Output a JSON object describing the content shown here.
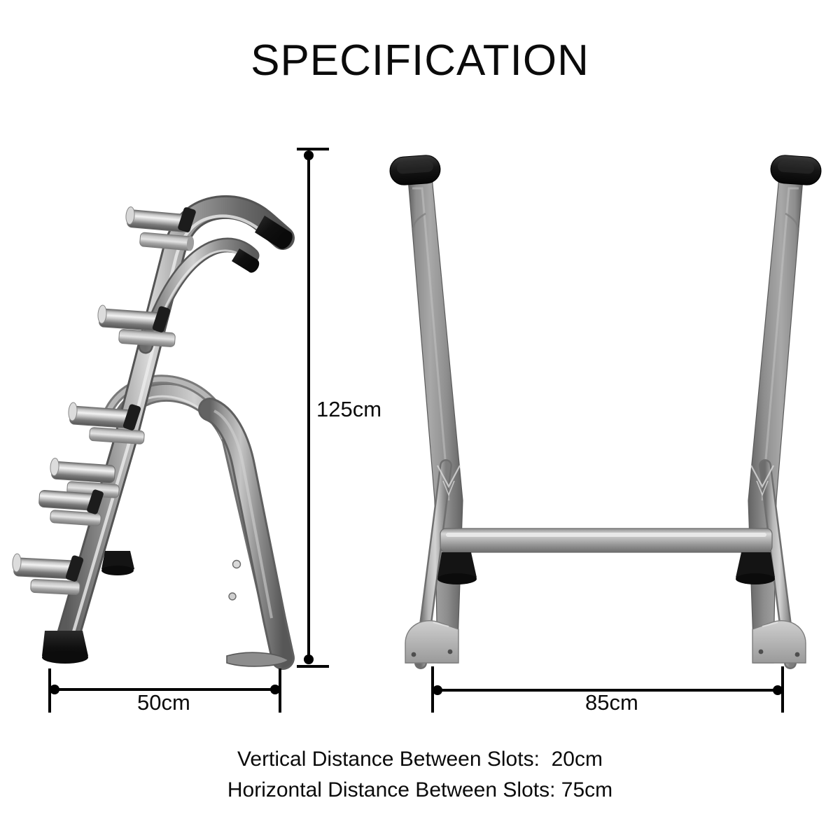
{
  "page": {
    "title": "SPECIFICATION",
    "background_color": "#ffffff",
    "text_color": "#0b0b0b"
  },
  "dimensions": {
    "height": {
      "label": "125cm",
      "value": 125,
      "unit": "cm",
      "orientation": "vertical",
      "applies_to": "side-view"
    },
    "side_width": {
      "label": "50cm",
      "value": 50,
      "unit": "cm",
      "orientation": "horizontal",
      "applies_to": "side-view"
    },
    "front_width": {
      "label": "85cm",
      "value": 85,
      "unit": "cm",
      "orientation": "horizontal",
      "applies_to": "front-view"
    }
  },
  "notes": [
    "Vertical Distance Between Slots:  20cm",
    "Horizontal Distance Between Slots: 75cm"
  ],
  "views": {
    "side": {
      "name": "side-view",
      "description": "weight plate rack side profile with six chrome storage slots"
    },
    "front": {
      "name": "front-view",
      "description": "weight plate rack front elevation with two posts and cross brace"
    }
  },
  "colors": {
    "frame_gray": "#8a8a8a",
    "frame_gray_dark": "#5d5d5d",
    "frame_gray_light": "#c9c9c9",
    "chrome_light": "#e2e2e2",
    "chrome_mid": "#9a9a9a",
    "cap_black": "#141414",
    "foot_black": "#1a1a1a",
    "base_plate": "#b4b4b4",
    "dimension_line": "#000000"
  }
}
